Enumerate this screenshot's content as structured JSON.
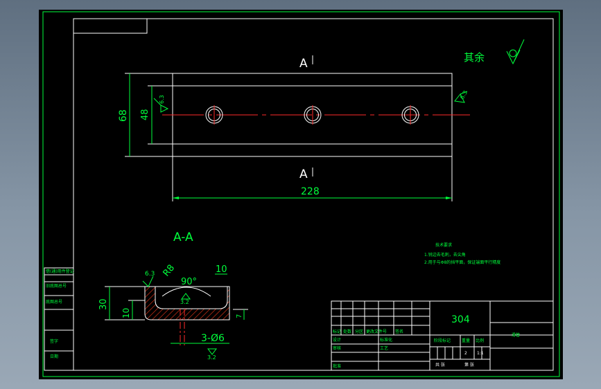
{
  "drawing": {
    "section_label_top": "A",
    "section_label_bottom": "A",
    "section_view_title": "A-A",
    "length_dim": "228",
    "height_dim_outer": "68",
    "height_dim_inner": "48",
    "surface_roughness_left": "6.3",
    "surface_roughness_right": "6.3",
    "remaining_roughness_note": "其余",
    "section_dims": {
      "roughness_a": "6.3",
      "radius": "R8",
      "angle": "90°",
      "width_top": "10",
      "height_30": "30",
      "height_10": "10",
      "depth_7": "7",
      "holes": "3-Ø6",
      "roughness_b": "3.2",
      "roughness_c": "3.2"
    },
    "tech_requirements": {
      "title": "技术要求",
      "line1": "1.锐边去毛刺，去尖角",
      "line2": "2.用于与Φ8的挡平面，保证端面平行精度"
    }
  },
  "title_block": {
    "material": "304",
    "part_name": "滑管",
    "row_labels": [
      "标记",
      "处数",
      "分区",
      "更改文件号",
      "签名"
    ],
    "design_label": "设计",
    "std_label": "标准化",
    "check_label": "审核",
    "process_label": "工艺",
    "approve_label": "批准",
    "stage_label": "阶段标记",
    "weight_label": "重量",
    "scale_label": "比例",
    "scale_value": "1:1",
    "qty_value": "2",
    "sheet_total": "共  张",
    "sheet_num": "第  张"
  },
  "side_labels": [
    "借(通)用件登记",
    "旧底图总号",
    "底图总号",
    "签字",
    "日期"
  ]
}
